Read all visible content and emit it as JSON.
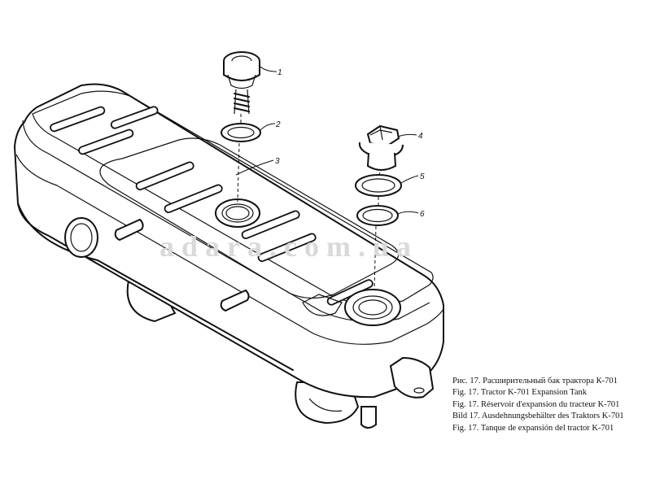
{
  "watermark": "adara.com.ua",
  "callouts": [
    "1",
    "2",
    "3",
    "4",
    "5",
    "6"
  ],
  "captions": [
    "Рис. 17. Расширительный бак трактора К-701",
    "Fig. 17. Tractor K-701 Expansion Tank",
    "Fig. 17. Réservoir d'expansion du tracteur K-701",
    "Bild 17. Ausdehnungsbehälter des Traktors K-701",
    "Fig. 17. Tanque de expansión del tractor K-701"
  ]
}
